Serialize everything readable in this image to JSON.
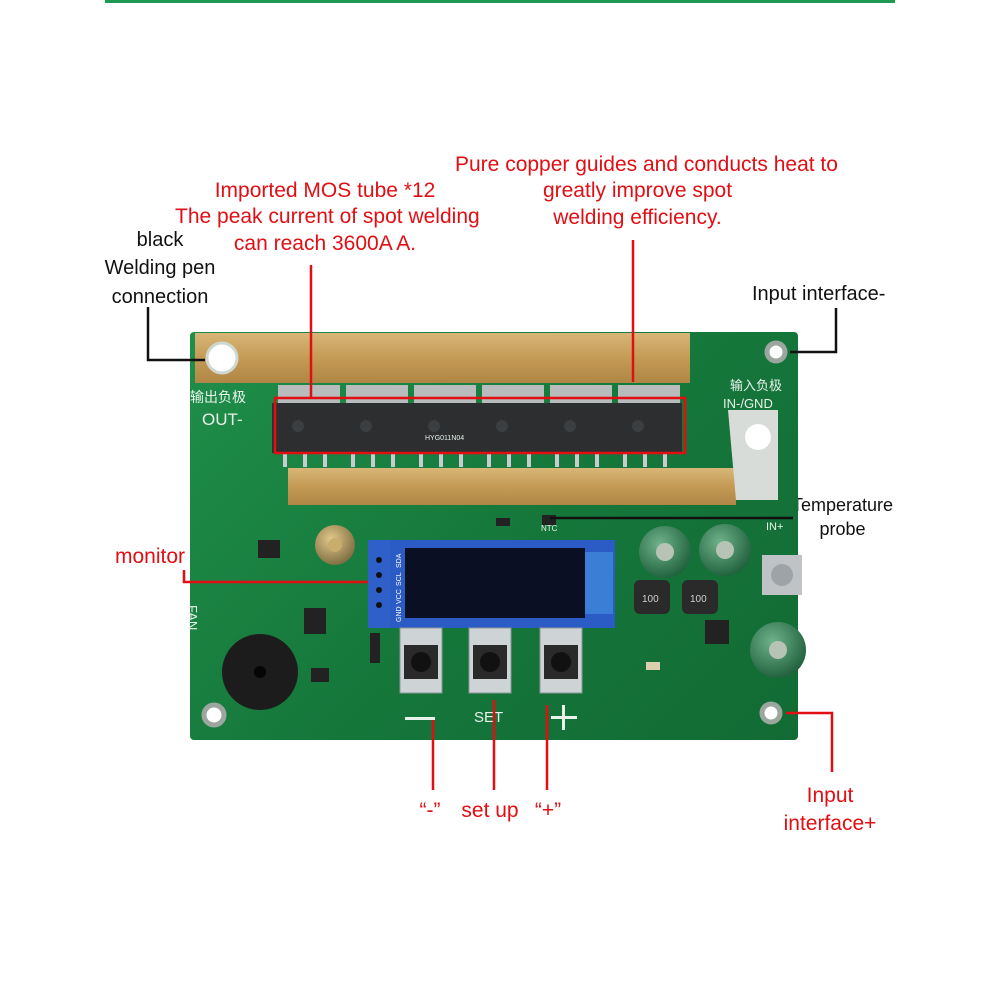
{
  "annotations": {
    "mos": [
      "Imported MOS tube *12",
      "The peak current of spot welding",
      "can reach 3600A A."
    ],
    "copper": [
      "Pure copper guides and conducts heat to",
      "greatly improve spot",
      "welding efficiency."
    ],
    "pen": [
      "black",
      "Welding pen",
      "connection"
    ],
    "input_minus": "Input interface-",
    "temp": [
      "Temperature",
      "probe"
    ],
    "monitor": "monitor",
    "minus_btn": "“-”",
    "setup": "set up",
    "plus_btn": "“+”",
    "input_plus": [
      "Input",
      "interface+"
    ]
  },
  "board_silk": {
    "out_cn": "输出负极",
    "out": "OUT-",
    "in_cn": "输入负极",
    "in_gnd": "IN-/GND",
    "in_plus": "IN+",
    "fan": "FAN",
    "set": "SET",
    "ntc": "NTC",
    "oled_pins": [
      "GND",
      "VCC",
      "SCL",
      "SDA"
    ],
    "mos_part": "HYG011N04",
    "inductor": "100"
  },
  "colors": {
    "annotation_red": "#e10f14",
    "pcb_green": "#1a8442",
    "copper": "#c8a25e"
  }
}
